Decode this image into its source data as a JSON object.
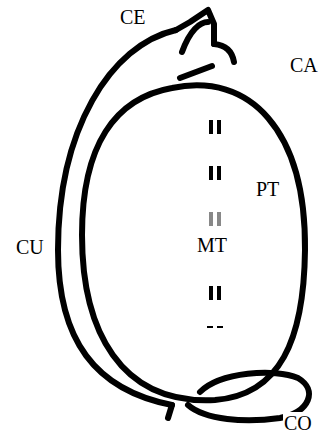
{
  "diagram": {
    "labels": [
      "CE",
      "CA",
      "CU",
      "PT",
      "MT",
      "CO"
    ]
  }
}
